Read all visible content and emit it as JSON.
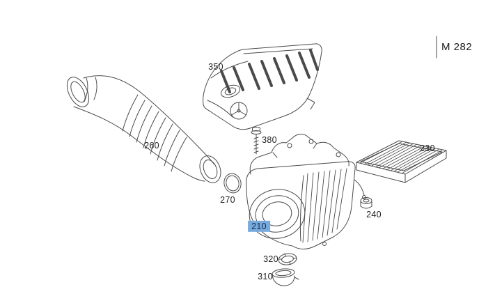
{
  "header": {
    "code": "M 282"
  },
  "theme": {
    "line_color": "#4a4a4a",
    "highlight_bg": "#79aadc",
    "highlight_text": "#103058",
    "text_color": "#222222"
  },
  "diagram": {
    "callouts": [
      {
        "id": "engine-cover",
        "label": "350",
        "highlighted": false
      },
      {
        "id": "intake-duct",
        "label": "260",
        "highlighted": false
      },
      {
        "id": "screw",
        "label": "380",
        "highlighted": false
      },
      {
        "id": "seal-ring",
        "label": "270",
        "highlighted": false
      },
      {
        "id": "filter-element",
        "label": "230",
        "highlighted": false
      },
      {
        "id": "grommet",
        "label": "240",
        "highlighted": false
      },
      {
        "id": "filter-housing",
        "label": "210",
        "highlighted": true
      },
      {
        "id": "clamp-ring",
        "label": "320",
        "highlighted": false
      },
      {
        "id": "intake-stub",
        "label": "310",
        "highlighted": false
      }
    ]
  }
}
